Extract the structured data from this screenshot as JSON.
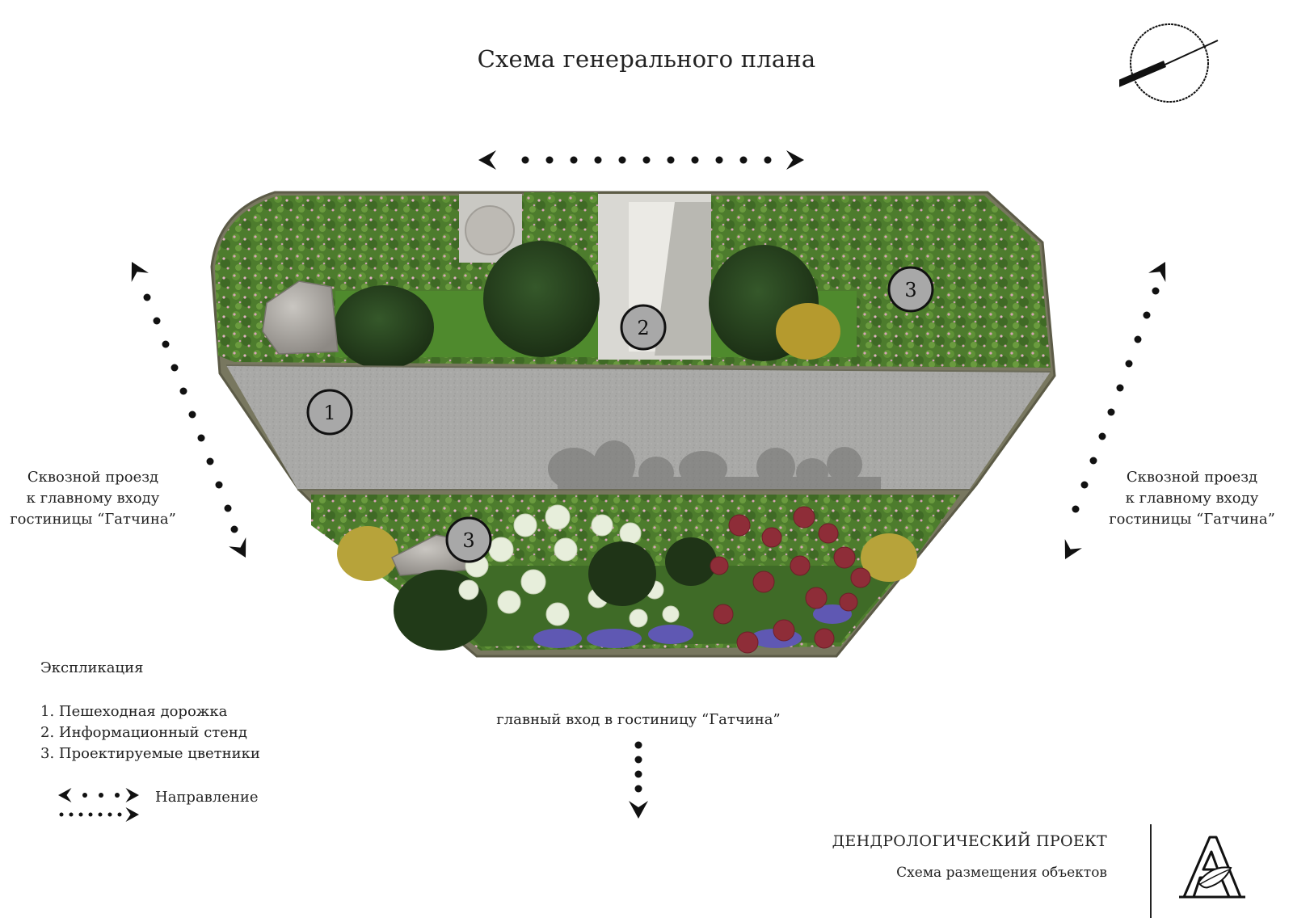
{
  "title": "Схема генерального плана",
  "site_labels": {
    "left_line1": "Сквозной проезд",
    "left_line2": "к главному входу",
    "left_line3": "гостиницы “Гатчина”",
    "right_line1": "Сквозной проезд",
    "right_line2": "к главному входу",
    "right_line3": "гостиницы “Гатчина”",
    "entrance": "главный вход в гостиницу “Гатчина”"
  },
  "markers": [
    {
      "label": "1"
    },
    {
      "label": "2"
    },
    {
      "label": "3"
    },
    {
      "label": "3"
    }
  ],
  "legend": {
    "title": "Экспликация",
    "items": [
      "1. Пешеходная дорожка",
      "2. Информационный стенд",
      "3. Проектируемые цветники"
    ],
    "direction_label": "Направление"
  },
  "footer": {
    "project_title": "ДЕНДРОЛОГИЧЕСКИЙ ПРОЕКТ",
    "project_subtitle": "Схема размещения объектов"
  },
  "colors": {
    "path": "#a9a9a7",
    "lawn": "#4e7a2b",
    "shrub_dark": "#27401b",
    "hedge_flower": "#d7a3b6",
    "curb": "#77765f",
    "marker_fill": "#a8a8a8",
    "hydrangea_red": "#8e2d38",
    "hydrangea_white": "#e7eedb",
    "lavender": "#5f58b3"
  },
  "icons": {
    "north": "north-arrow-icon",
    "logo": "monogram-a-logo-icon",
    "direction": "dotted-arrow-icon"
  }
}
